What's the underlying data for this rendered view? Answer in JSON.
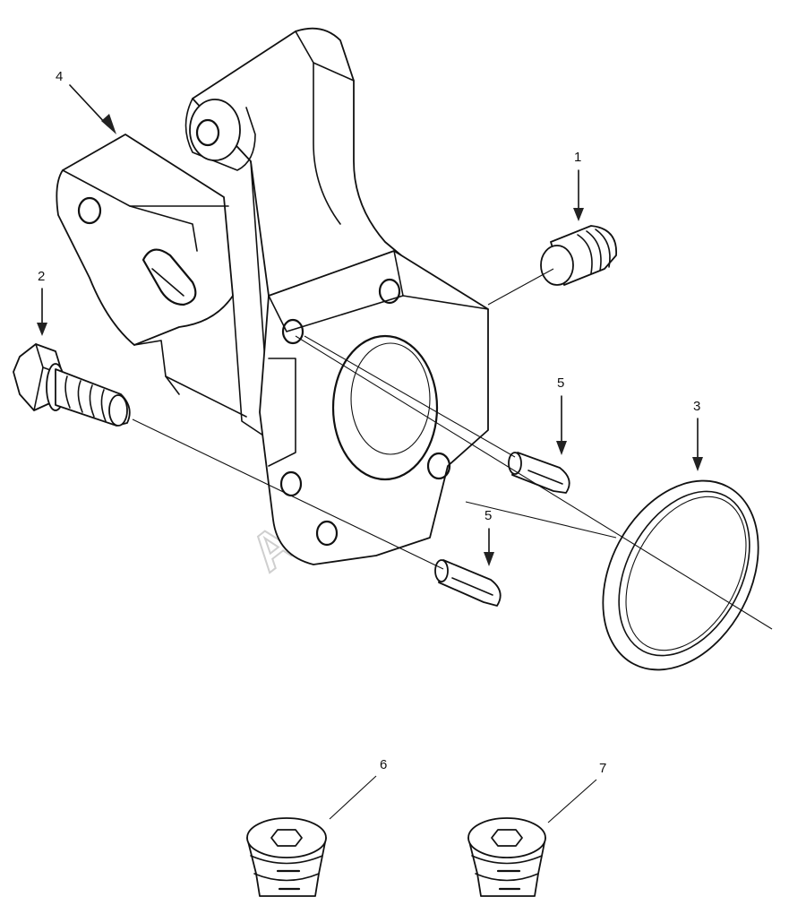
{
  "diagram": {
    "watermark": "AutoSoft",
    "callouts": [
      {
        "id": "1",
        "label": "1"
      },
      {
        "id": "2",
        "label": "2"
      },
      {
        "id": "3",
        "label": "3"
      },
      {
        "id": "4",
        "label": "4"
      },
      {
        "id": "5a",
        "label": "5"
      },
      {
        "id": "5b",
        "label": "5"
      },
      {
        "id": "6",
        "label": "6"
      },
      {
        "id": "7",
        "label": "7"
      }
    ],
    "colors": {
      "line": "#111111",
      "background": "#ffffff",
      "watermark": "#cfcfcf"
    }
  }
}
